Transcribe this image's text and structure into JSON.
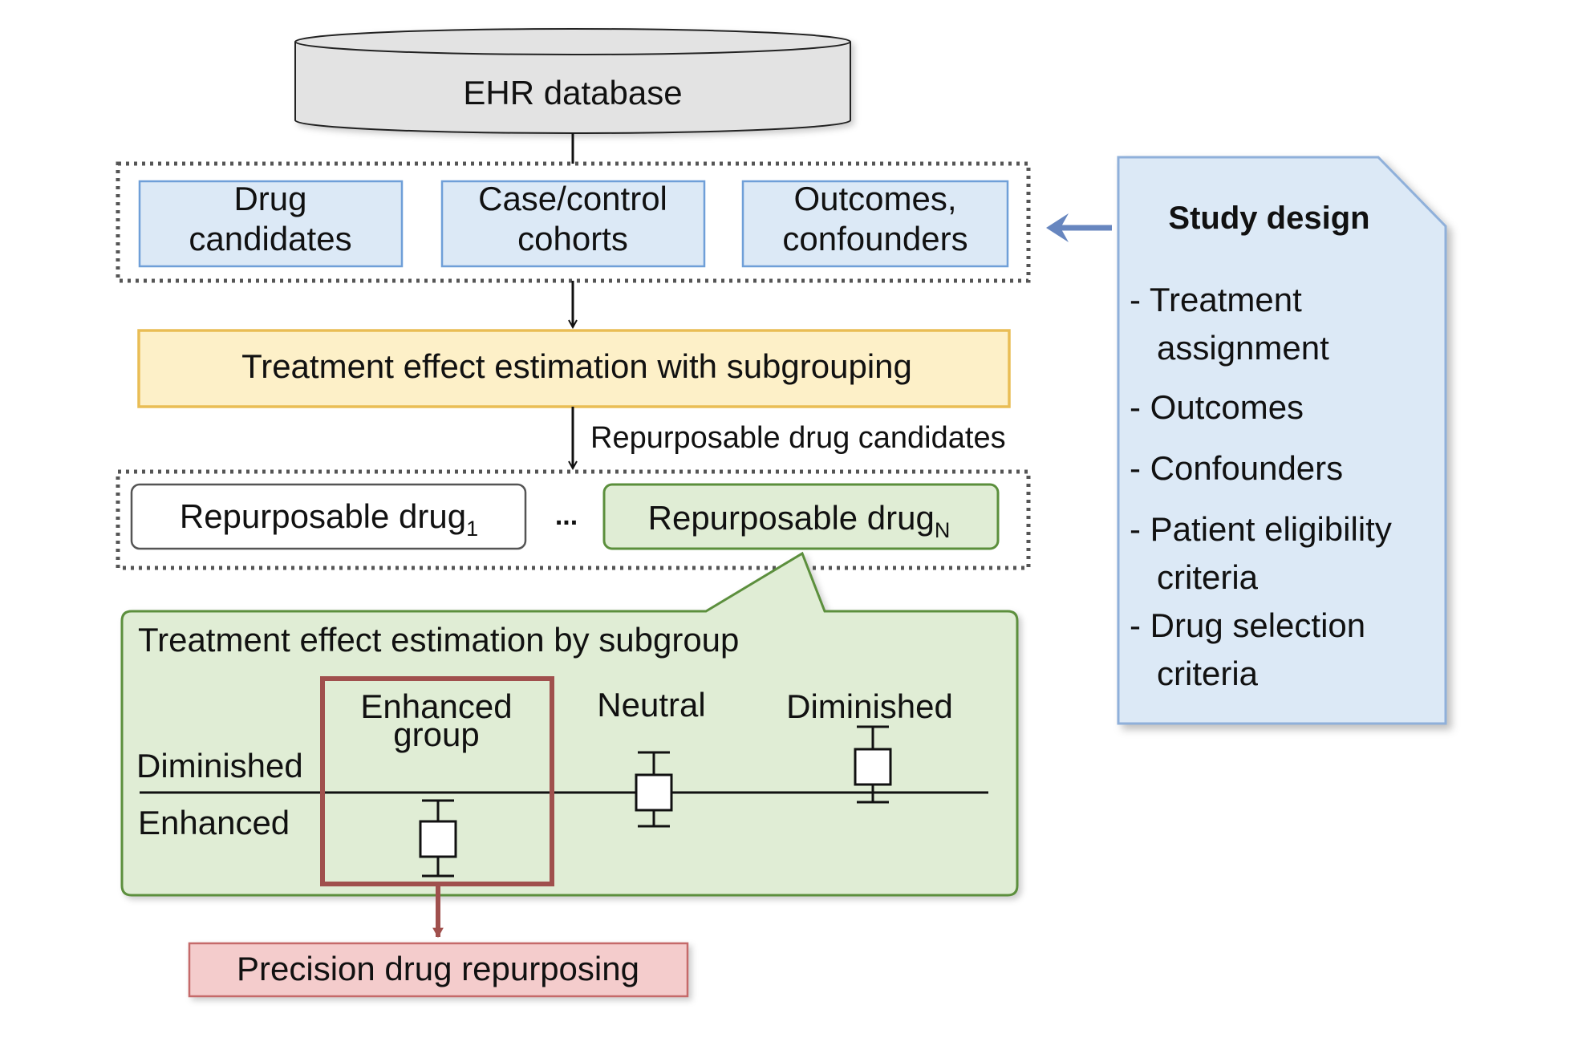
{
  "database": {
    "label": "EHR database"
  },
  "inputs": [
    {
      "line1": "Drug",
      "line2": "candidates"
    },
    {
      "line1": "Case/control",
      "line2": "cohorts"
    },
    {
      "line1": "Outcomes,",
      "line2": "confounders"
    }
  ],
  "estimation": {
    "label": "Treatment effect estimation with subgrouping"
  },
  "edge_label": "Repurposable drug candidates",
  "drugs": {
    "first": {
      "base": "Repurposable drug",
      "sub": "1"
    },
    "ellipsis": "...",
    "last": {
      "base": "Repurposable drug",
      "sub": "N"
    }
  },
  "subgroup_panel": {
    "title": "Treatment effect estimation by subgroup",
    "axis_above": "Diminished",
    "axis_below": "Enhanced",
    "groups": [
      {
        "label_line1": "Enhanced",
        "label_line2": "group"
      },
      {
        "label_line1": "Neutral",
        "label_line2": ""
      },
      {
        "label_line1": "Diminished",
        "label_line2": ""
      }
    ]
  },
  "output": {
    "label": "Precision drug repurposing"
  },
  "study_design": {
    "title": "Study design",
    "items": [
      {
        "line1": "- Treatment",
        "line2": "assignment"
      },
      {
        "line1": "- Outcomes",
        "line2": ""
      },
      {
        "line1": "- Confounders",
        "line2": ""
      },
      {
        "line1": "- Patient eligibility",
        "line2": "criteria"
      },
      {
        "line1": "- Drug selection",
        "line2": "criteria"
      }
    ]
  },
  "colors": {
    "database_fill": "#e3e3e3",
    "input_fill": "#dce9f6",
    "input_stroke": "#6f9fd8",
    "estimation_fill": "#fdf0c8",
    "estimation_stroke": "#e9bd55",
    "drug_highlight_fill": "#e0edd5",
    "drug_highlight_stroke": "#5b8f3c",
    "panel_fill": "#e0edd5",
    "panel_stroke": "#5b8f3c",
    "enhanced_box_stroke": "#a0504d",
    "output_fill": "#f4cccc",
    "output_stroke": "#c56b6b",
    "study_fill": "#dce9f6",
    "study_stroke": "#8fb0da",
    "arrow_blue": "#6786bf"
  }
}
